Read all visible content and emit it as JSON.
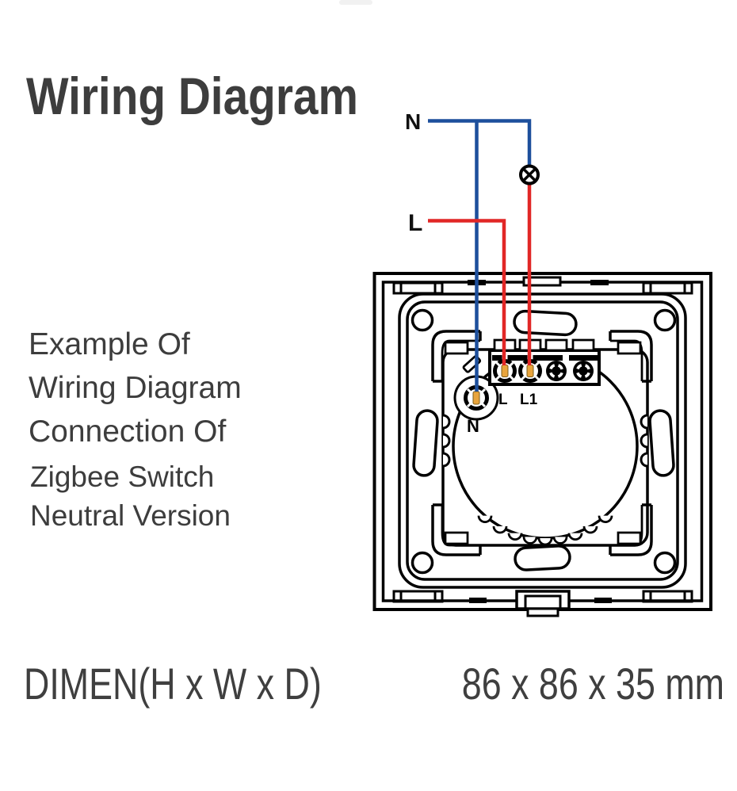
{
  "title": "Wiring Diagram",
  "description": {
    "primary": [
      "Example Of",
      "Wiring Diagram",
      "Connection Of"
    ],
    "secondary": [
      "Zigbee Switch",
      "Neutral Version"
    ]
  },
  "dimensions": {
    "label": "DIMEN(H x W x D)",
    "value": "86 x 86 x 35 mm"
  },
  "wiring": {
    "neutral_wire_label": "N",
    "live_wire_label": "L",
    "terminal_l_label": "L",
    "terminal_l1_label": "L1",
    "terminal_n_label": "N"
  },
  "colors": {
    "neutral_wire": "#1d4f9c",
    "live_wire": "#e12726",
    "terminal_gold": "#e8a43c",
    "diagram_outline": "#000000",
    "text": "#3d3d3d"
  }
}
